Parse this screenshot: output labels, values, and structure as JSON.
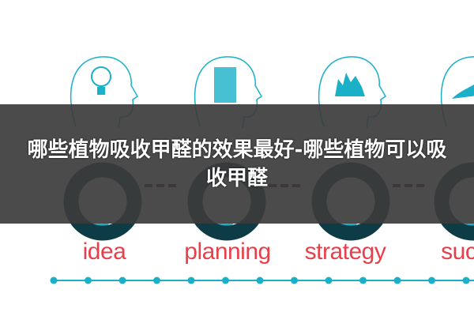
{
  "title": "哪些植物吸收甲醛的效果最好-哪些植物可以吸收甲醛",
  "stages": [
    {
      "label": "idea",
      "icon": "lightbulb-icon"
    },
    {
      "label": "planning",
      "icon": "document-chart-icon"
    },
    {
      "label": "strategy",
      "icon": "chess-pieces-icon"
    },
    {
      "label": "succ",
      "icon": "hand-icon"
    }
  ],
  "colors": {
    "teal": "#1ab0c8",
    "ring": "#0e3c46",
    "label": "#e8404b",
    "dash": "#6b0d10",
    "band": "#3c3c3c"
  }
}
